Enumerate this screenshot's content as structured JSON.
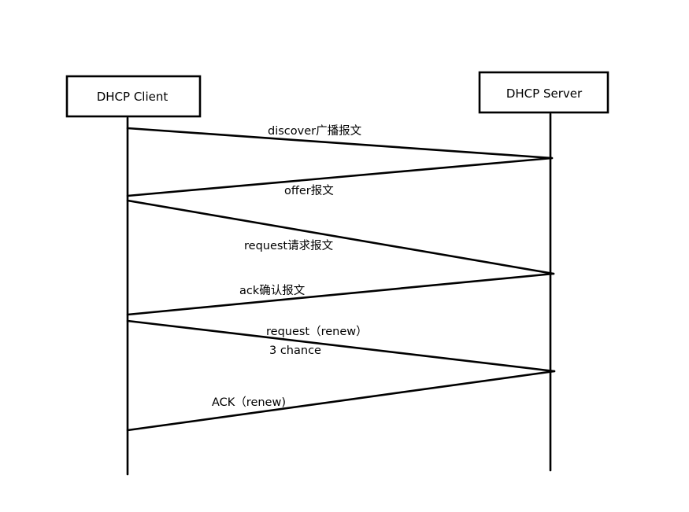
{
  "diagram": {
    "participants": {
      "client": {
        "label": "DHCP Client"
      },
      "server": {
        "label": "DHCP Server"
      }
    },
    "messages": [
      {
        "from": "client",
        "to": "server",
        "label": "discover广播报文"
      },
      {
        "from": "server",
        "to": "client",
        "label": "offer报文"
      },
      {
        "from": "client",
        "to": "server",
        "label": "request请求报文"
      },
      {
        "from": "server",
        "to": "client",
        "label": "ack确认报文"
      },
      {
        "from": "client",
        "to": "server",
        "label": "request（renew）",
        "sublabel": "3 chance"
      },
      {
        "from": "server",
        "to": "client",
        "label": "ACK（renew)"
      }
    ]
  }
}
